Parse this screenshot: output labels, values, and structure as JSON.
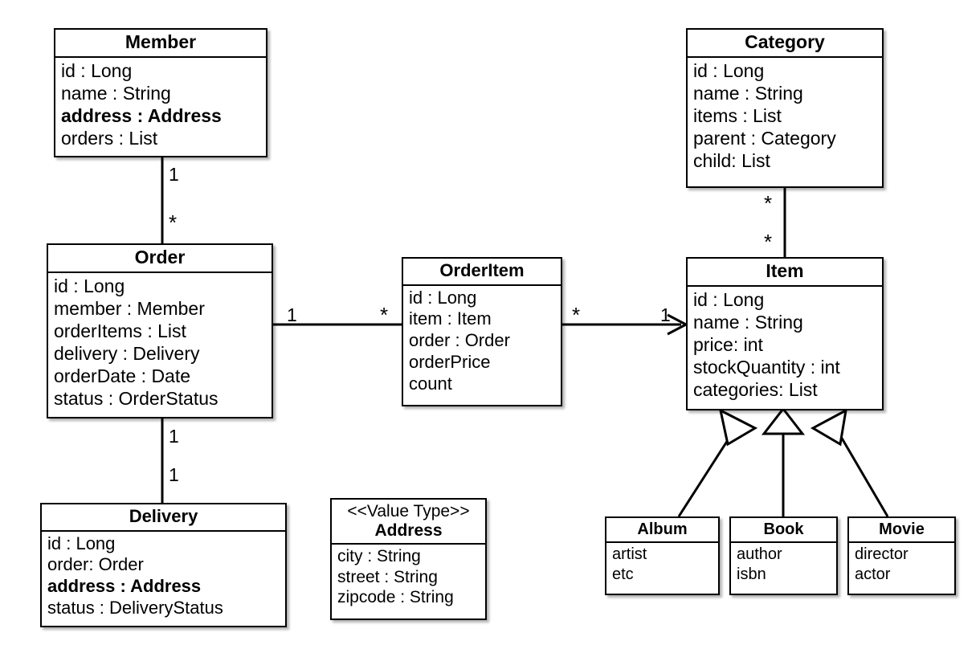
{
  "diagram": {
    "title": "UML Class Diagram",
    "type": "uml-class-diagram",
    "background_color": "#ffffff",
    "line_color": "#000000"
  },
  "classes": {
    "member": {
      "name": "Member",
      "attributes": [
        {
          "text": "id : Long",
          "bold": false
        },
        {
          "text": "name : String",
          "bold": false
        },
        {
          "text": "address : Address",
          "bold": true
        },
        {
          "text": "orders : List",
          "bold": false
        }
      ]
    },
    "order": {
      "name": "Order",
      "attributes": [
        {
          "text": "id : Long",
          "bold": false
        },
        {
          "text": "member : Member",
          "bold": false
        },
        {
          "text": "orderItems : List",
          "bold": false
        },
        {
          "text": "delivery : Delivery",
          "bold": false
        },
        {
          "text": "orderDate : Date",
          "bold": false
        },
        {
          "text": "status : OrderStatus",
          "bold": false
        }
      ]
    },
    "orderitem": {
      "name": "OrderItem",
      "attributes": [
        {
          "text": "id : Long",
          "bold": false
        },
        {
          "text": "item : Item",
          "bold": false
        },
        {
          "text": "order : Order",
          "bold": false
        },
        {
          "text": "orderPrice",
          "bold": false
        },
        {
          "text": "count",
          "bold": false
        }
      ]
    },
    "category": {
      "name": "Category",
      "attributes": [
        {
          "text": "id : Long",
          "bold": false
        },
        {
          "text": "name : String",
          "bold": false
        },
        {
          "text": "items : List",
          "bold": false
        },
        {
          "text": "parent : Category",
          "bold": false
        },
        {
          "text": "child: List",
          "bold": false
        }
      ]
    },
    "item": {
      "name": "Item",
      "attributes": [
        {
          "text": "id : Long",
          "bold": false
        },
        {
          "text": "name : String",
          "bold": false
        },
        {
          "text": "price: int",
          "bold": false
        },
        {
          "text": "stockQuantity : int",
          "bold": false
        },
        {
          "text": "categories: List",
          "bold": false
        }
      ]
    },
    "delivery": {
      "name": "Delivery",
      "attributes": [
        {
          "text": "id : Long",
          "bold": false
        },
        {
          "text": "order: Order",
          "bold": false
        },
        {
          "text": "address : Address",
          "bold": true
        },
        {
          "text": "status : DeliveryStatus",
          "bold": false
        }
      ]
    },
    "address": {
      "stereotype": "<<Value Type>>",
      "name": "Address",
      "attributes": [
        {
          "text": "city : String",
          "bold": false
        },
        {
          "text": "street : String",
          "bold": false
        },
        {
          "text": "zipcode : String",
          "bold": false
        }
      ]
    },
    "album": {
      "name": "Album",
      "attributes": [
        {
          "text": "artist",
          "bold": false
        },
        {
          "text": "etc",
          "bold": false
        }
      ]
    },
    "book": {
      "name": "Book",
      "attributes": [
        {
          "text": "author",
          "bold": false
        },
        {
          "text": "isbn",
          "bold": false
        }
      ]
    },
    "movie": {
      "name": "Movie",
      "attributes": [
        {
          "text": "director",
          "bold": false
        },
        {
          "text": "actor",
          "bold": false
        }
      ]
    }
  },
  "relationships": {
    "member_order": {
      "from": "Member",
      "to": "Order",
      "from_multiplicity": "1",
      "to_multiplicity": "*",
      "style": "association"
    },
    "order_orderitem": {
      "from": "Order",
      "to": "OrderItem",
      "from_multiplicity": "1",
      "to_multiplicity": "*",
      "style": "association"
    },
    "orderitem_item": {
      "from": "OrderItem",
      "to": "Item",
      "from_multiplicity": "*",
      "to_multiplicity": "1",
      "style": "directed-association"
    },
    "order_delivery": {
      "from": "Order",
      "to": "Delivery",
      "from_multiplicity": "1",
      "to_multiplicity": "1",
      "style": "association"
    },
    "category_item": {
      "from": "Category",
      "to": "Item",
      "from_multiplicity": "*",
      "to_multiplicity": "*",
      "style": "association"
    },
    "album_item": {
      "from": "Album",
      "to": "Item",
      "style": "inheritance"
    },
    "book_item": {
      "from": "Book",
      "to": "Item",
      "style": "inheritance"
    },
    "movie_item": {
      "from": "Movie",
      "to": "Item",
      "style": "inheritance"
    }
  }
}
